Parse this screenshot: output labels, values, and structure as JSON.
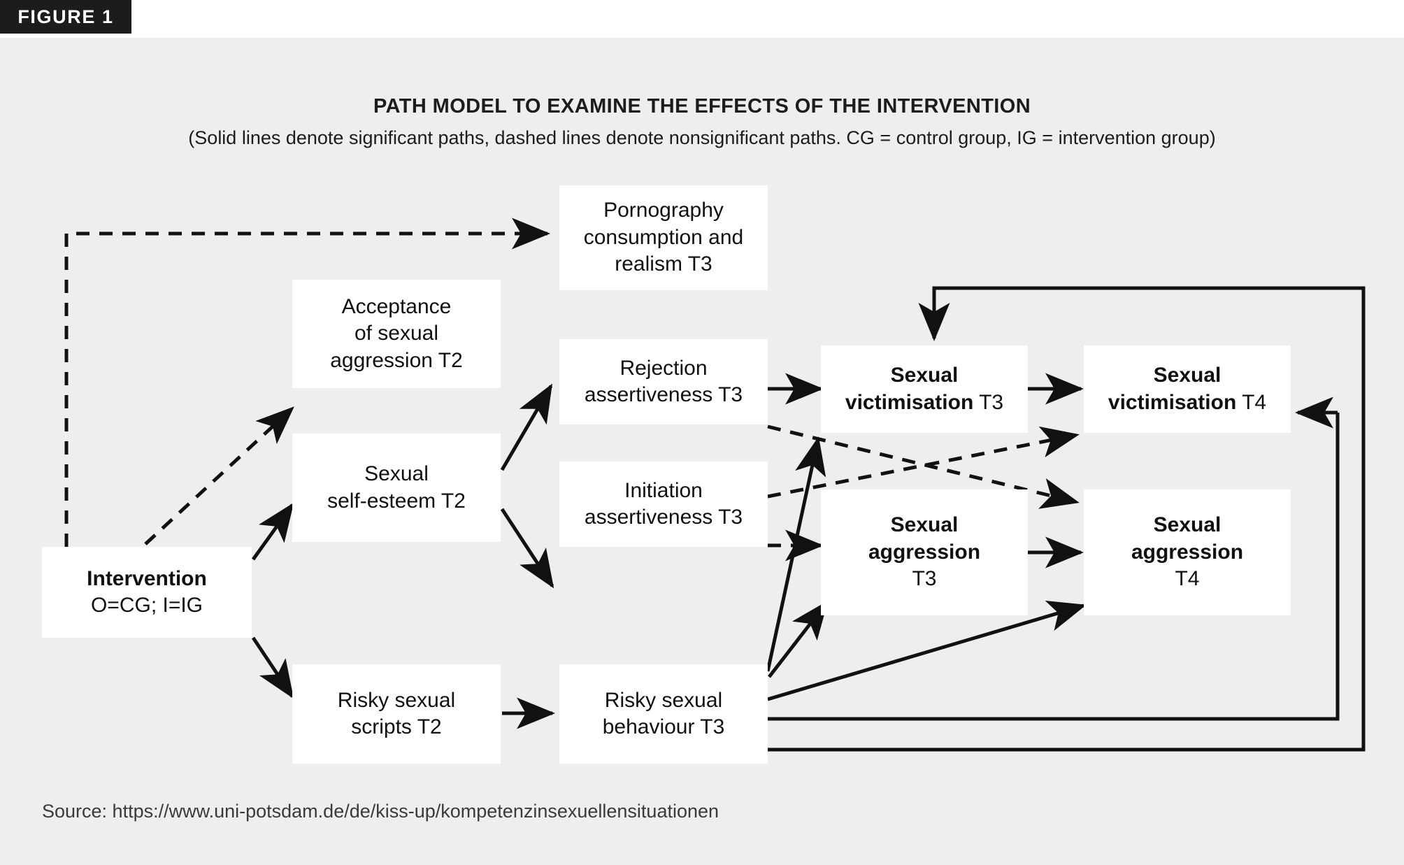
{
  "figure": {
    "tag": "FIGURE 1",
    "title": "PATH MODEL TO EXAMINE THE EFFECTS OF THE INTERVENTION",
    "subtitle": "(Solid lines denote significant paths, dashed lines denote nonsignificant paths. CG = control group, IG = intervention group)",
    "source": "Source: https://www.uni-potsdam.de/de/kiss-up/kompetenzinsexuellensituationen",
    "colors": {
      "panel_background": "#eeeeee",
      "node_background": "#ffffff",
      "line": "#111111",
      "tag_background": "#1c1c1c",
      "tag_text": "#ffffff"
    }
  },
  "chart_data": {
    "type": "diagram",
    "title": "PATH MODEL TO EXAMINE THE EFFECTS OF THE INTERVENTION",
    "legend": {
      "solid": "significant paths",
      "dashed": "nonsignificant paths"
    },
    "abbreviations": {
      "CG": "control group",
      "IG": "intervention group"
    },
    "nodes": [
      {
        "id": "intervention",
        "bold": "Intervention",
        "plain": "O=CG; I=IG",
        "lines": [
          "Intervention",
          "O=CG; I=IG"
        ]
      },
      {
        "id": "acceptance",
        "bold": "",
        "plain": "",
        "lines": [
          "Acceptance",
          "of sexual",
          "aggression T2"
        ]
      },
      {
        "id": "self-esteem",
        "bold": "",
        "plain": "",
        "lines": [
          "Sexual",
          "self-esteem T2"
        ]
      },
      {
        "id": "risky-scripts",
        "bold": "",
        "plain": "",
        "lines": [
          "Risky sexual",
          "scripts T2"
        ]
      },
      {
        "id": "pornography",
        "bold": "",
        "plain": "",
        "lines": [
          "Pornography",
          "consumption and",
          "realism T3"
        ]
      },
      {
        "id": "rejection",
        "bold": "",
        "plain": "",
        "lines": [
          "Rejection",
          "assertiveness T3"
        ]
      },
      {
        "id": "initiation",
        "bold": "",
        "plain": "",
        "lines": [
          "Initiation",
          "assertiveness T3"
        ]
      },
      {
        "id": "risky-behaviour",
        "bold": "",
        "plain": "",
        "lines": [
          "Risky sexual",
          "behaviour T3"
        ]
      },
      {
        "id": "victim-t3",
        "bold": "Sexual victimisation",
        "plain": "T3",
        "lines": [
          "Sexual",
          "victimisation T3"
        ]
      },
      {
        "id": "victim-t4",
        "bold": "Sexual victimisation",
        "plain": "T4",
        "lines": [
          "Sexual",
          "victimisation T4"
        ]
      },
      {
        "id": "aggression-t3",
        "bold": "Sexual aggression",
        "plain": "T3",
        "lines": [
          "Sexual",
          "aggression",
          "T3"
        ]
      },
      {
        "id": "aggression-t4",
        "bold": "Sexual aggression",
        "plain": "T4",
        "lines": [
          "Sexual",
          "aggression",
          "T4"
        ]
      }
    ],
    "edges": [
      {
        "from": "intervention",
        "to": "pornography",
        "style": "dashed"
      },
      {
        "from": "intervention",
        "to": "acceptance",
        "style": "dashed"
      },
      {
        "from": "intervention",
        "to": "self-esteem",
        "style": "solid"
      },
      {
        "from": "intervention",
        "to": "risky-scripts",
        "style": "solid"
      },
      {
        "from": "self-esteem",
        "to": "rejection",
        "style": "solid"
      },
      {
        "from": "self-esteem",
        "to": "initiation",
        "style": "solid"
      },
      {
        "from": "risky-scripts",
        "to": "risky-behaviour",
        "style": "solid"
      },
      {
        "from": "rejection",
        "to": "victim-t3",
        "style": "solid"
      },
      {
        "from": "rejection",
        "to": "aggression-t4",
        "style": "dashed"
      },
      {
        "from": "initiation",
        "to": "aggression-t3",
        "style": "dashed"
      },
      {
        "from": "initiation",
        "to": "victim-t4",
        "style": "dashed"
      },
      {
        "from": "risky-behaviour",
        "to": "victim-t3",
        "style": "solid"
      },
      {
        "from": "risky-behaviour",
        "to": "aggression-t4",
        "style": "solid"
      },
      {
        "from": "risky-behaviour",
        "to": "victim-t4",
        "style": "solid"
      },
      {
        "from": "risky-behaviour",
        "to": "aggression-t4-loop",
        "style": "solid"
      },
      {
        "from": "victim-t3",
        "to": "victim-t4",
        "style": "solid"
      },
      {
        "from": "aggression-t3",
        "to": "aggression-t4",
        "style": "solid"
      },
      {
        "from": "feedback",
        "to": "victim-t3",
        "style": "solid"
      }
    ]
  },
  "nodes": {
    "intervention": {
      "line1": "Intervention",
      "line2": "O=CG; I=IG"
    },
    "acceptance": {
      "line1": "Acceptance",
      "line2": "of sexual",
      "line3": "aggression T2"
    },
    "self_esteem": {
      "line1": "Sexual",
      "line2": "self-esteem T2"
    },
    "risky_scripts": {
      "line1": "Risky sexual",
      "line2": "scripts T2"
    },
    "pornography": {
      "line1": "Pornography",
      "line2": "consumption and",
      "line3": "realism T3"
    },
    "rejection": {
      "line1": "Rejection",
      "line2": "assertiveness T3"
    },
    "initiation": {
      "line1": "Initiation",
      "line2": "assertiveness T3"
    },
    "risky_behaviour": {
      "line1": "Risky sexual",
      "line2": "behaviour T3"
    },
    "victim_t3": {
      "line1": "Sexual",
      "line2": "victimisation",
      "line3": "T3"
    },
    "victim_t4": {
      "line1": "Sexual",
      "line2": "victimisation",
      "line3": "T4"
    },
    "aggression_t3": {
      "line1": "Sexual",
      "line2": "aggression",
      "line3": "T3"
    },
    "aggression_t4": {
      "line1": "Sexual",
      "line2": "aggression",
      "line3": "T4"
    }
  }
}
